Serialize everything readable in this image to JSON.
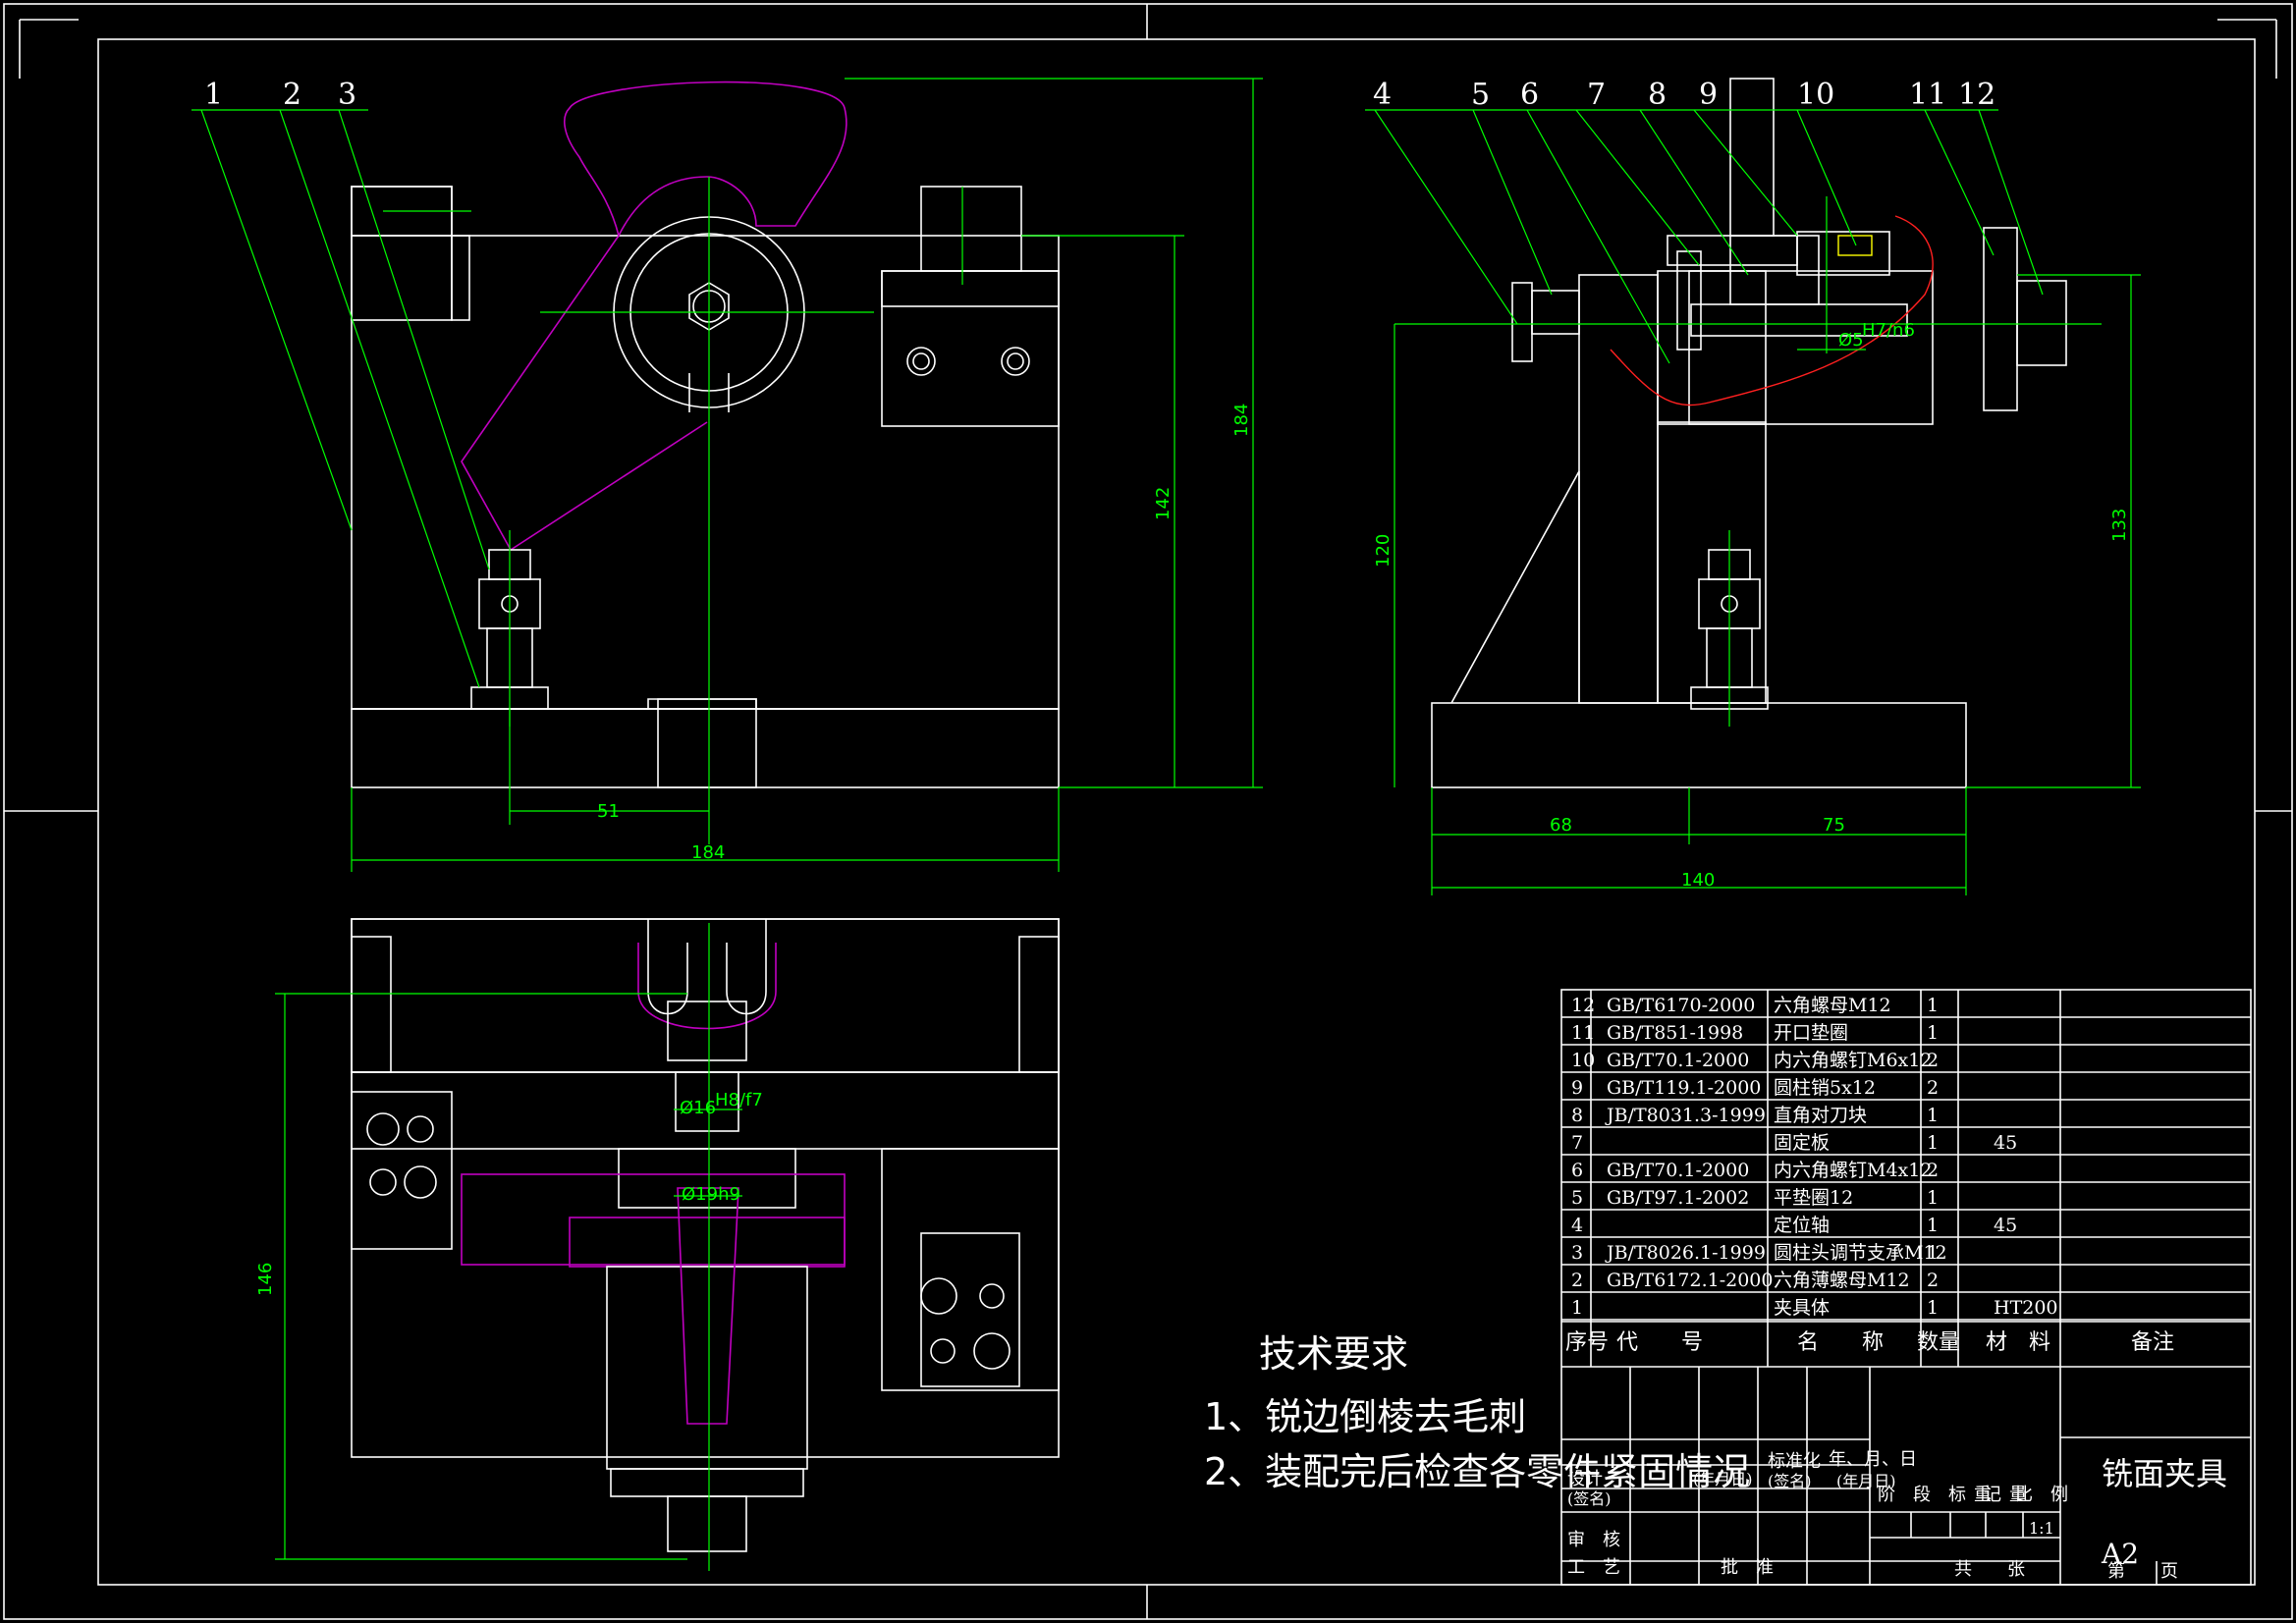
{
  "leaders": [
    "1",
    "2",
    "3",
    "4",
    "5",
    "6",
    "7",
    "8",
    "9",
    "10",
    "11",
    "12"
  ],
  "dims": {
    "front": {
      "h184": "184",
      "h142": "142",
      "w51": "51",
      "w184": "184"
    },
    "side": {
      "h120": "120",
      "h133": "133",
      "w68": "68",
      "w75": "75",
      "w140": "140",
      "fit": "Ø5",
      "fit_tol": "H7/n6"
    },
    "top": {
      "h146": "146",
      "d16": "Ø16",
      "d16_tol": "H8/f7",
      "d19": "Ø19h9"
    }
  },
  "tech": {
    "title": "技术要求",
    "line1": "1、锐边倒棱去毛刺",
    "line2": "2、装配完后检查各零件紧固情况"
  },
  "bom": [
    {
      "no": "12",
      "code": "GB/T6170-2000",
      "name": "六角螺母M12",
      "qty": "1",
      "mat": ""
    },
    {
      "no": "11",
      "code": "GB/T851-1998",
      "name": "开口垫圈",
      "qty": "1",
      "mat": ""
    },
    {
      "no": "10",
      "code": "GB/T70.1-2000",
      "name": "内六角螺钉M6x12",
      "qty": "2",
      "mat": ""
    },
    {
      "no": "9",
      "code": "GB/T119.1-2000",
      "name": "圆柱销5x12",
      "qty": "2",
      "mat": ""
    },
    {
      "no": "8",
      "code": "JB/T8031.3-1999",
      "name": "直角对刀块",
      "qty": "1",
      "mat": ""
    },
    {
      "no": "7",
      "code": "",
      "name": "固定板",
      "qty": "1",
      "mat": "45"
    },
    {
      "no": "6",
      "code": "GB/T70.1-2000",
      "name": "内六角螺钉M4x12",
      "qty": "2",
      "mat": ""
    },
    {
      "no": "5",
      "code": "GB/T97.1-2002",
      "name": "平垫圈12",
      "qty": "1",
      "mat": ""
    },
    {
      "no": "4",
      "code": "",
      "name": "定位轴",
      "qty": "1",
      "mat": "45"
    },
    {
      "no": "3",
      "code": "JB/T8026.1-1999",
      "name": "圆柱头调节支承M12",
      "qty": "1",
      "mat": ""
    },
    {
      "no": "2",
      "code": "GB/T6172.1-2000",
      "name": "六角薄螺母M12",
      "qty": "2",
      "mat": ""
    },
    {
      "no": "1",
      "code": "",
      "name": "夹具体",
      "qty": "1",
      "mat": "HT200"
    }
  ],
  "bom_header": {
    "no": "序号",
    "code": "代　　号",
    "name": "名　　称",
    "qty": "数量",
    "mat": "材　料",
    "note": "备注"
  },
  "title_block": {
    "design": "设计",
    "design_sig": "(签名)",
    "date1": "(年月日)",
    "std": "标准化",
    "std_sig": "(签名)",
    "date2": "(年月日)",
    "ymd": "年、月、日",
    "check": "审　核",
    "process": "工　艺",
    "approve": "批　准",
    "stage": "阶　段　标　记",
    "weight": "重　量",
    "scale_label": "比　例",
    "scale": "1:1",
    "drawing_name": "铣面夹具",
    "size": "A2",
    "total": "共　　张",
    "sheet": "第　　页"
  }
}
